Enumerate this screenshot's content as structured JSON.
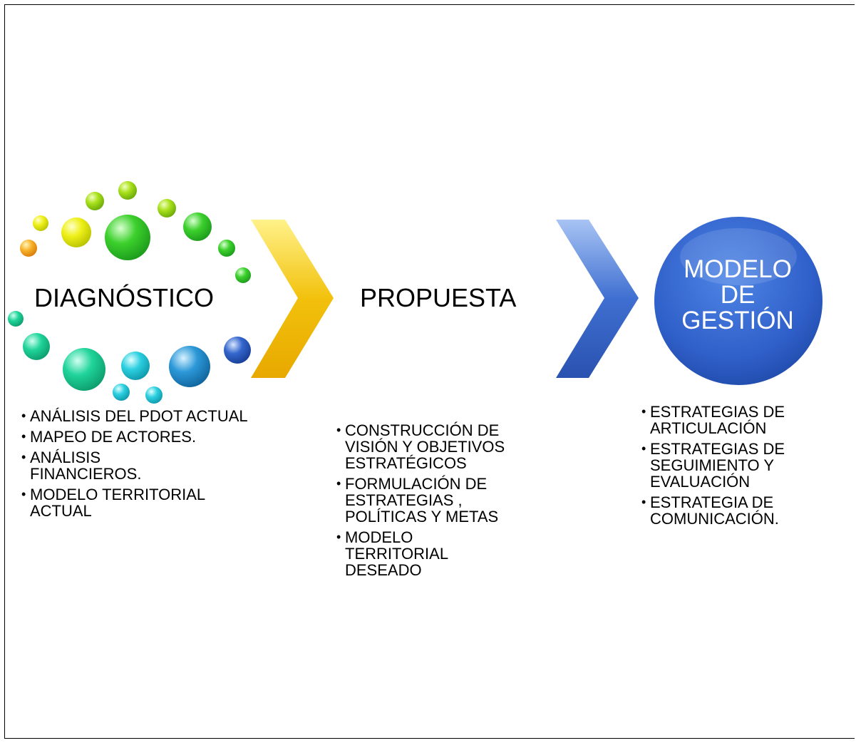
{
  "steps": [
    {
      "title": "DIAGNÓSTICO",
      "items": [
        "ANÁLISIS DEL PDOT ACTUAL",
        "MAPEO DE ACTORES.",
        "ANÁLISIS FINANCIEROS.",
        "MODELO TERRITORIAL ACTUAL"
      ]
    },
    {
      "title": "PROPUESTA",
      "items": [
        "CONSTRUCCIÓN DE VISIÓN Y OBJETIVOS ESTRATÉGICOS",
        "FORMULACIÓN DE ESTRATEGIAS , POLÍTICAS Y METAS",
        "MODELO TERRITORIAL DESEADO"
      ]
    },
    {
      "title_lines": [
        "MODELO",
        "DE",
        "GESTIÓN"
      ],
      "items": [
        "ESTRATEGIAS DE ARTICULACIÓN",
        "ESTRATEGIAS DE SEGUIMIENTO Y EVALUACIÓN",
        "ESTRATEGIA DE COMUNICACIÓN."
      ]
    }
  ],
  "colors": {
    "chevron_1": "#f2c10c",
    "chevron_2": "#3f6fd1",
    "circle": "#2f5fc9",
    "bubble_palette": [
      "#f0a020",
      "#e8e800",
      "#9ad80a",
      "#36c81e",
      "#1ccf8e",
      "#22c4d4",
      "#2a8fd0",
      "#2b5fc7"
    ]
  }
}
